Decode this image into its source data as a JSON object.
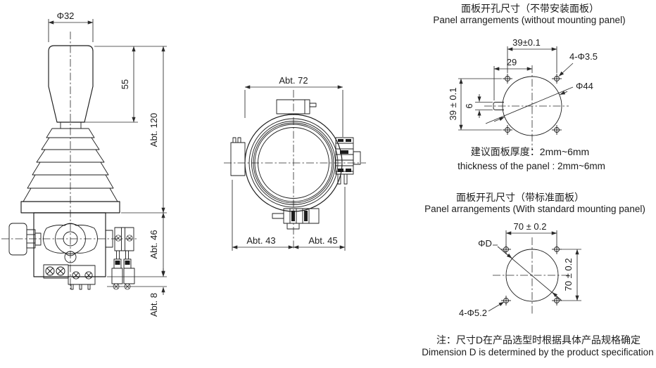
{
  "side_view": {
    "dim_knob_diameter": "Φ32",
    "dim_handle_height": "55",
    "dim_total_height": "Abt. 120",
    "dim_body_height": "Abt. 46",
    "dim_bottom_protrusion": "Abt. 8"
  },
  "bottom_view": {
    "dim_overall_width": "Abt. 72",
    "dim_left_half": "Abt. 43",
    "dim_right_half": "Abt. 45"
  },
  "panel_without": {
    "title_zh": "面板开孔尺寸（不带安装面板）",
    "title_en": "Panel arrangements (without mounting panel)",
    "dim_hole_spacing_h": "39±0.1",
    "dim_notch_offset": "29",
    "dim_mount_holes": "4-Φ3.5",
    "dim_cutout_diameter": "Φ44",
    "dim_hole_spacing_v": "39 ± 0.1",
    "dim_notch_width": "6",
    "thickness_zh": "建议面板厚度：2mm~6mm",
    "thickness_en": "thickness of the panel : 2mm~6mm"
  },
  "panel_with": {
    "title_zh": "面板开孔尺寸（带标准面板）",
    "title_en": "Panel arrangements (With standard mounting panel)",
    "dim_hole_spacing_h": "70 ± 0.2",
    "dim_hole_spacing_v": "70 ± 0.2",
    "dim_cutout_diameter": "ΦD",
    "dim_mount_holes": "4-Φ5.2"
  },
  "footnote": {
    "zh": "注：尺寸D在产品选型时根据具体产品规格确定",
    "en": "Dimension D is determined by the product specification"
  },
  "colors": {
    "line": "#1c1c1c",
    "background": "#ffffff"
  }
}
